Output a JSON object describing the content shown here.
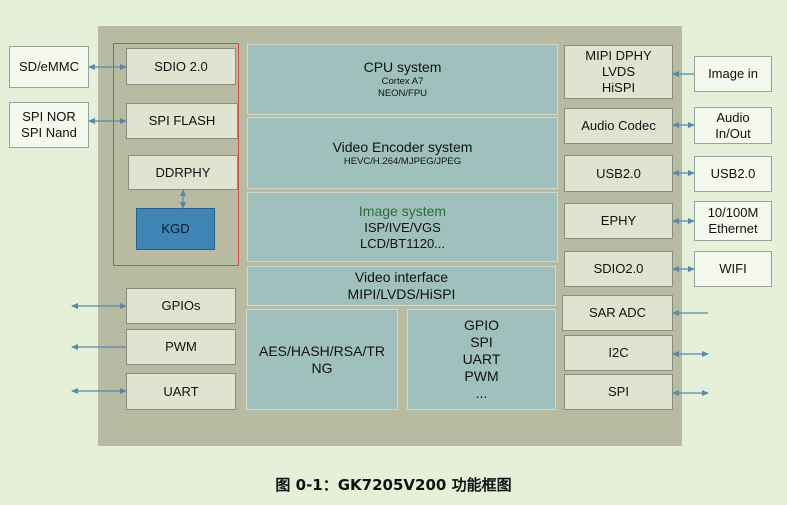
{
  "left_external": {
    "sd_emmc": "SD/eMMC",
    "spi_nor_nand": [
      "SPI NOR",
      "SPI Nand"
    ]
  },
  "left_blocks": {
    "sdio": "SDIO 2.0",
    "spi_flash": "SPI FLASH",
    "ddrphy": "DDRPHY",
    "kgd": "KGD",
    "gpios": "GPIOs",
    "pwm": "PWM",
    "uart": "UART"
  },
  "center_blocks": {
    "cpu": {
      "title": "CPU system",
      "lines": [
        "Cortex A7",
        "NEON/FPU"
      ]
    },
    "video_encoder": {
      "title": "Video Encoder system",
      "lines": [
        "HEVC/H.264/MJPEG/JPEG"
      ]
    },
    "image": {
      "title": "Image system",
      "lines": [
        "ISP/IVE/VGS",
        "LCD/BT1120..."
      ]
    },
    "video_interface": {
      "title": "Video interface",
      "lines": [
        "MIPI/LVDS/HiSPI"
      ]
    },
    "crypto": "AES/HASH/RSA/TRNG",
    "peripherals": [
      "GPIO",
      "SPI",
      "UART",
      "PWM",
      "..."
    ]
  },
  "right_blocks": {
    "mipi": [
      "MIPI DPHY",
      "LVDS",
      "HiSPI"
    ],
    "audio_codec": "Audio Codec",
    "usb": "USB2.0",
    "ephy": "EPHY",
    "sdio": "SDIO2.0",
    "sar_adc": "SAR ADC",
    "i2c": "I2C",
    "spi": "SPI"
  },
  "right_external": {
    "image_in": "Image in",
    "audio_io": [
      "Audio",
      "In/Out"
    ],
    "usb": "USB2.0",
    "ethernet": [
      "10/100M",
      "Ethernet"
    ],
    "wifi": "WIFI"
  },
  "caption": "图  0-1：GK7205V200  功能框图",
  "colors": {
    "background": "#e6efd8",
    "chip": "#b9baa2",
    "block_gray": "#dfe3d0",
    "block_teal": "#9fc0bc",
    "kgd": "#3f86b6",
    "highlight_frame": "#d44a48",
    "arrow": "#5a88a8"
  }
}
